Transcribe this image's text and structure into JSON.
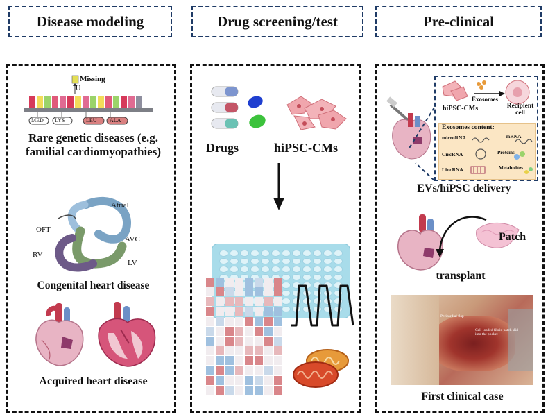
{
  "headers": {
    "disease_modeling": "Disease modeling",
    "drug_screening": "Drug screening/test",
    "preclinical": "Pre-clinical"
  },
  "panel1": {
    "missing_label": "Missing",
    "u_letter": "U",
    "domains": [
      "MED",
      "LYS",
      "LEU",
      "ALA"
    ],
    "rare_caption": "Rare genetic diseases (e.g. familial cardiomyopathies)",
    "heart_labels": {
      "atrial": "Atrial",
      "oft": "OFT",
      "avc": "AVC",
      "rv": "RV",
      "lv": "LV"
    },
    "congenital_caption": "Congenital heart disease",
    "acquired_caption": "Acquired heart disease"
  },
  "panel2": {
    "drugs_label": "Drugs",
    "cms_label": "hiPSC-CMs"
  },
  "panel3": {
    "inset": {
      "exosomes": "Exosomes",
      "hipsc_cms": "hiPSC-CMs",
      "recipient_cell": "Recipient cell",
      "content_title": "Exosomes content:",
      "microrna": "microRNA",
      "mrna": "mRNA",
      "circrna": "CircRNA",
      "proteins": "Proteins",
      "lincrna": "LincRNA",
      "metabolites": "Metabolites"
    },
    "evs_caption": "EVs/hiPSC delivery",
    "patch_label": "Patch",
    "transplant_caption": "transplant",
    "clinical_caption": "First clinical case",
    "photo_notes": {
      "pericardial": "Pericardial flap",
      "patch_note": "Cell-loaded fibrin patch slid into the pocket"
    }
  },
  "colors": {
    "header_border": "#1f3b66",
    "well_plate": "#a8dcea",
    "heat_red": "#d9868a",
    "heat_blue": "#9fc0df",
    "heart_pink": "#e8b4c4",
    "heart_red": "#c23a4e"
  }
}
